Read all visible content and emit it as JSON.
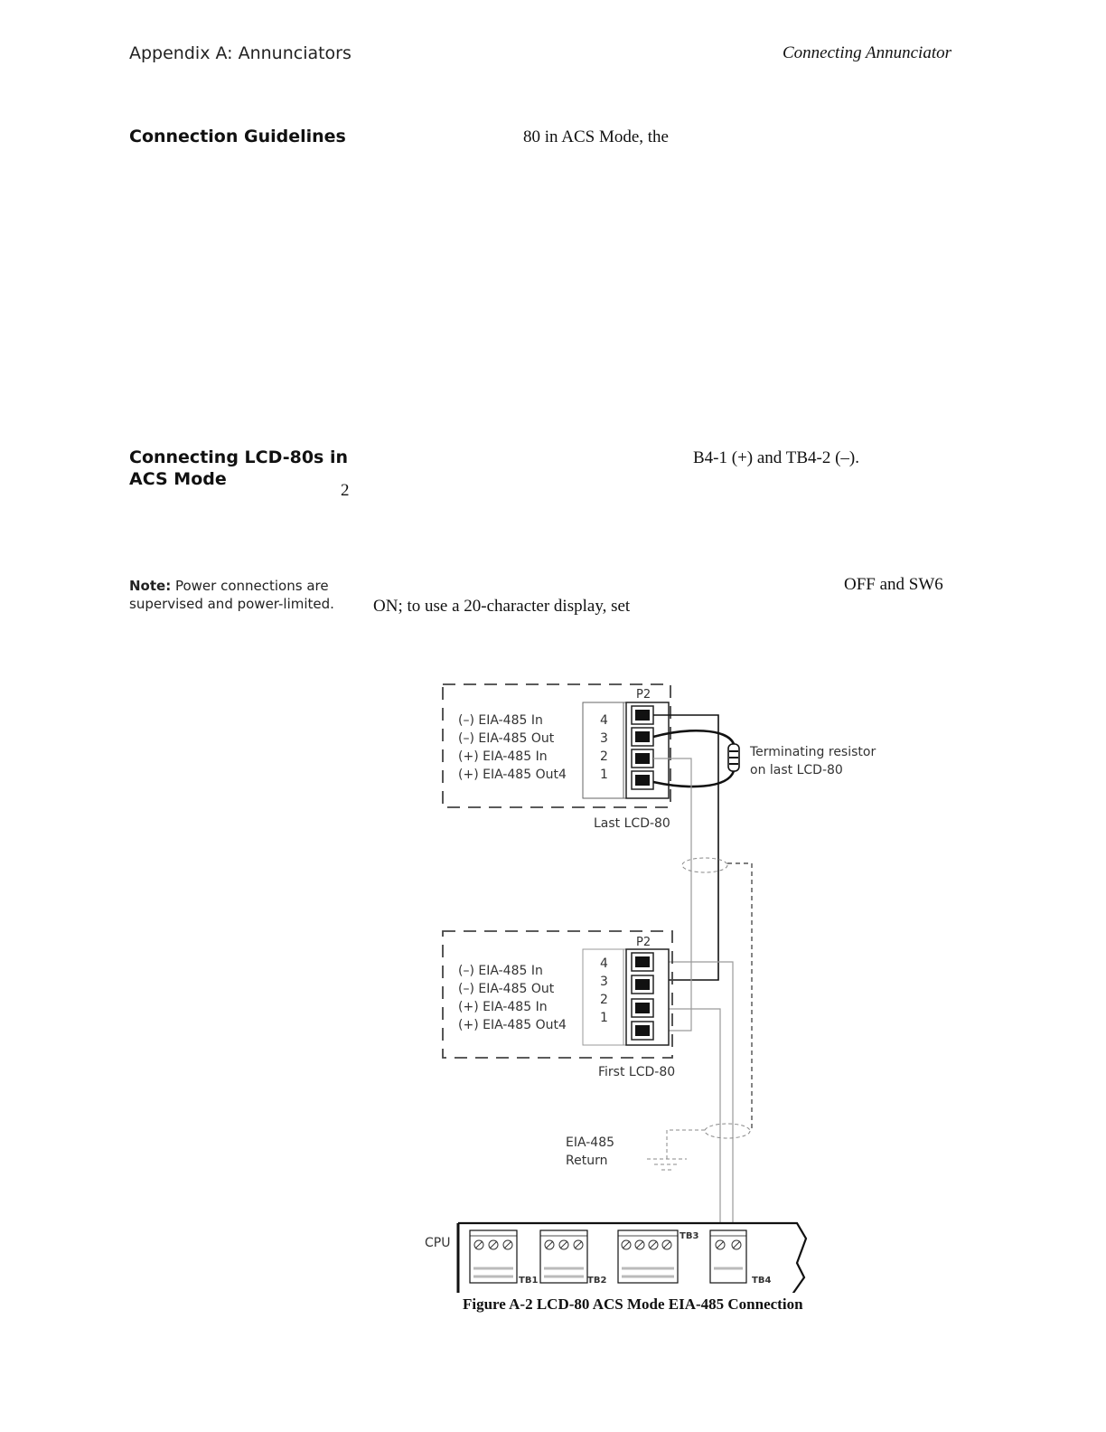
{
  "header": {
    "left": "Appendix A: Annunciators",
    "right": "Connecting Annunciator"
  },
  "sections": {
    "guidelines": {
      "heading": "Connection Guidelines",
      "fragment": "80 in ACS Mode, the"
    },
    "connecting": {
      "heading_line1": "Connecting LCD-80s  in",
      "heading_line2": "ACS Mode",
      "fragment_1": "B4-1 (+) and TB4-2 (–).",
      "fragment_2": "2",
      "fragment_3": "OFF and SW6",
      "fragment_4": "ON; to use a 20-character display, set"
    }
  },
  "note": {
    "label": "Note:",
    "line1": " Power connections are",
    "line2": "supervised and power-limited."
  },
  "diagram": {
    "last_unit": {
      "connector": "P2",
      "pins": [
        "4",
        "3",
        "2",
        "1"
      ],
      "labels": [
        "(–) EIA-485 In",
        "(–) EIA-485 Out",
        "(+) EIA-485 In",
        "(+) EIA-485 Out4"
      ],
      "caption": "Last LCD-80"
    },
    "resistor_label_1": "Terminating resistor",
    "resistor_label_2": "on last LCD-80",
    "first_unit": {
      "connector": "P2",
      "pins": [
        "4",
        "3",
        "2",
        "1"
      ],
      "labels": [
        "(–) EIA-485 In",
        "(–) EIA-485 Out",
        "(+) EIA-485 In",
        "(+) EIA-485 Out4"
      ],
      "caption": "First LCD-80"
    },
    "return_label_1": "EIA-485",
    "return_label_2": "Return",
    "cpu_label": "CPU",
    "terminal_blocks": [
      "TB1",
      "TB2",
      "TB3",
      "TB4"
    ]
  },
  "figure_caption": "Figure A-2  LCD-80 ACS Mode EIA-485 Connection"
}
